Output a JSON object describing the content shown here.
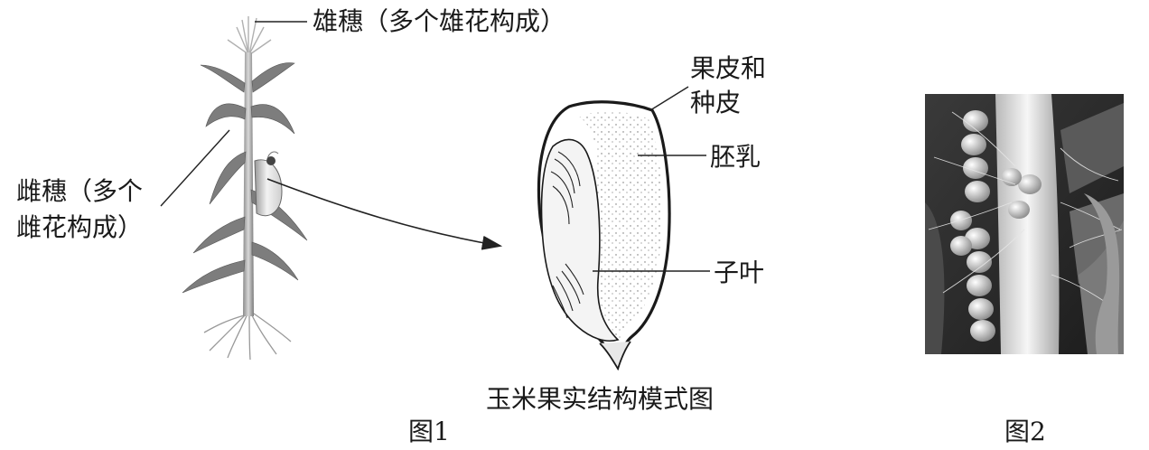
{
  "figure1": {
    "tassel_label": "雄穗（多个雄花构成）",
    "ear_label_line1": "雌穗（多个",
    "ear_label_line2": "雌花构成）",
    "pericarp_label_line1": "果皮和",
    "pericarp_label_line2": "种皮",
    "endosperm_label": "胚乳",
    "cotyledon_label": "子叶",
    "seed_caption": "玉米果实结构模式图",
    "figure_caption": "图1"
  },
  "figure2": {
    "figure_caption": "图2"
  }
}
